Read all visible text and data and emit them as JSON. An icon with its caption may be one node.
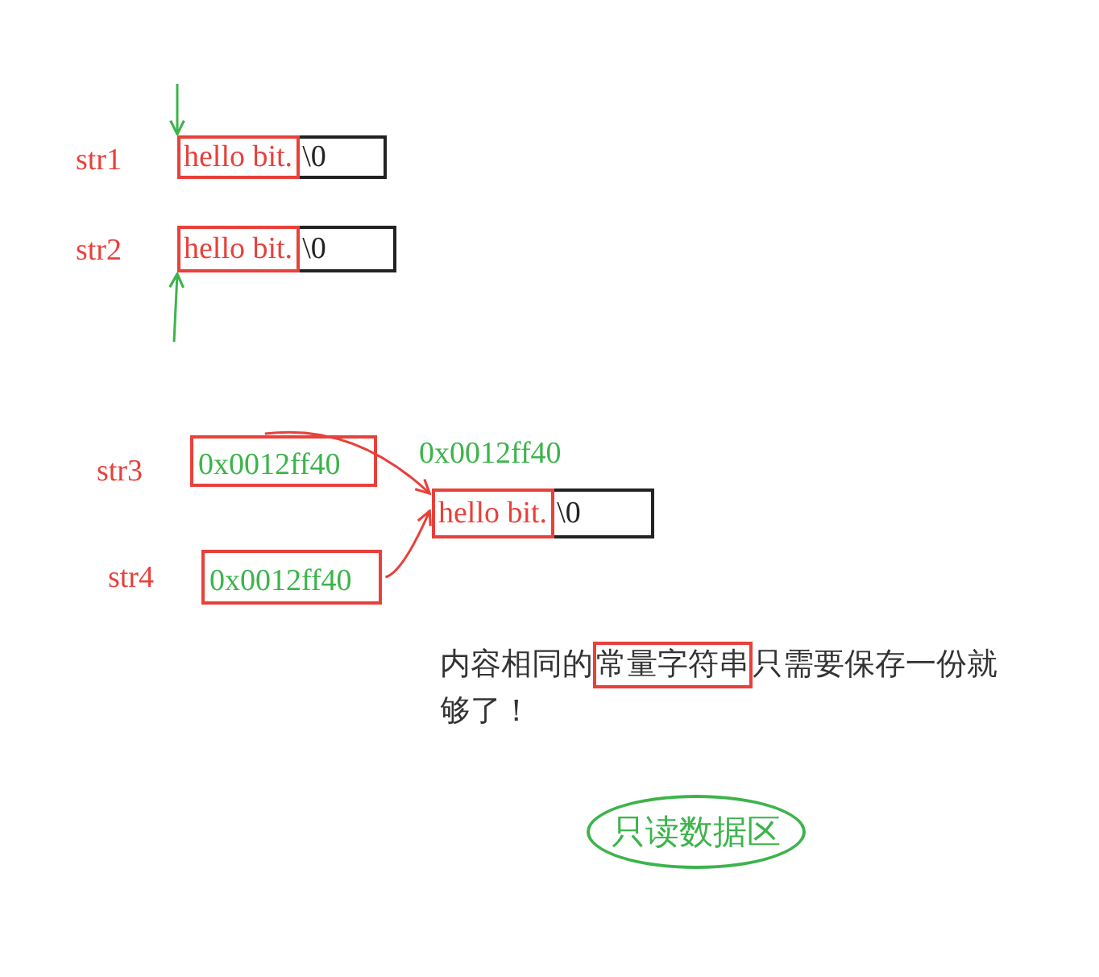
{
  "diagram": {
    "nodes": [
      {
        "text": [
          "hello bit.",
          "\\0"
        ],
        "beside": [
          "str1"
        ]
      },
      {
        "text": [
          "hello bit.",
          "\\0"
        ],
        "beside": [
          "str2"
        ]
      },
      {
        "text": [
          "0x0012ff40"
        ],
        "beside": [
          "str3"
        ]
      },
      {
        "text": [
          "0x0012ff40"
        ],
        "beside": [
          "str4"
        ]
      },
      {
        "text": [
          "hello bit.",
          "\\0"
        ],
        "beside": [
          "0x0012ff40"
        ]
      },
      {
        "text": [
          "只读数据区"
        ]
      },
      {
        "text": [
          "常量字符串"
        ]
      }
    ],
    "edges": [
      {
        "from": null,
        "to": 0,
        "arrow": "to",
        "color": "#3cb44b"
      },
      {
        "from": null,
        "to": 1,
        "arrow": "to",
        "color": "#3cb44b"
      },
      {
        "from": 2,
        "to": 4,
        "arrow": "to",
        "color": "#e8403a"
      },
      {
        "from": 3,
        "to": 4,
        "arrow": "to",
        "color": "#e8403a"
      }
    ],
    "labels": [
      "内容相同的",
      "只需要保存一份就够了！"
    ]
  }
}
